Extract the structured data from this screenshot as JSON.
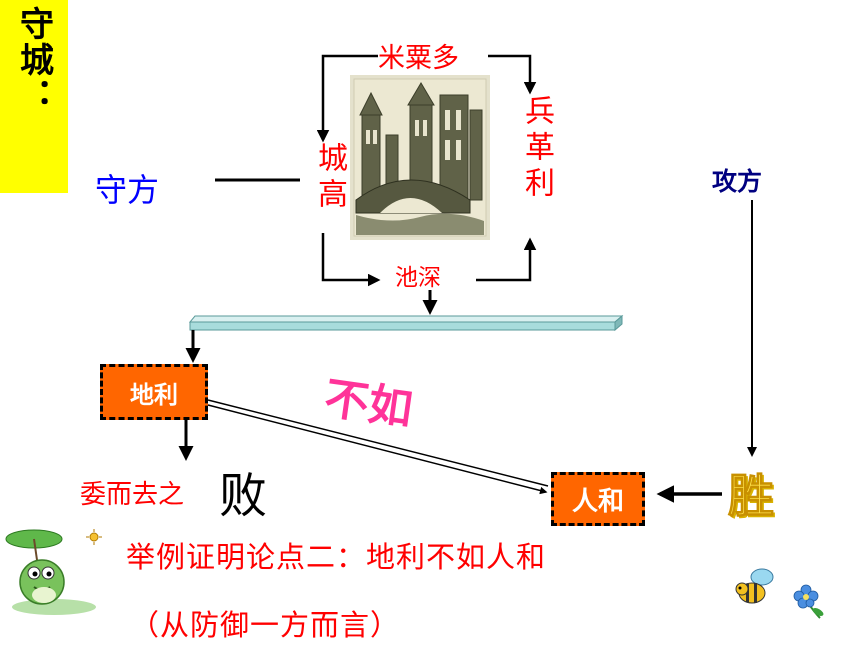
{
  "title": "守城：",
  "defender": "守方",
  "attacker": "攻方",
  "cycle": {
    "top": "米粟多",
    "left": "城高",
    "right": "兵革利",
    "bottom": "池深"
  },
  "dili": "地利",
  "renhe": "人和",
  "buru": "不如",
  "weier": "委而去之",
  "bai": "败",
  "sheng": "胜",
  "conclusion": "举例证明论点二：地利不如人和",
  "note": "（从防御一方而言）",
  "colors": {
    "accent": "#ff0000",
    "box_fill": "#ff6600",
    "title_bg": "#ffff00",
    "buru": "#ff3399",
    "sheng": "#ffd700"
  }
}
